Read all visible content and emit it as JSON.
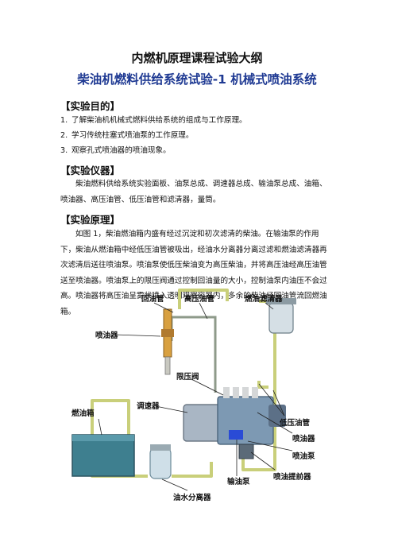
{
  "doc": {
    "title": "内燃机原理课程试验大纲",
    "subtitle": "柴油机燃料供给系统试验-1 机械式喷油系统"
  },
  "sections": {
    "purpose": {
      "heading": "【实验目的】",
      "items": [
        {
          "num": "1.",
          "text": "了解柴油机机械式燃料供给系统的组成与工作原理。"
        },
        {
          "num": "2.",
          "text": "学习传统柱塞式喷油泵的工作原理。"
        },
        {
          "num": "3.",
          "text": "观察孔式喷油器的喷油现象。"
        }
      ]
    },
    "equipment": {
      "heading": "【实验仪器】",
      "text": "柴油燃料供给系统实验面板、油泵总成、调速器总成、输油泵总成、油箱、喷油器、高压油管、低压油管和滤清器，量筒。"
    },
    "principle": {
      "heading": "【实验原理】",
      "text": "如图 1，柴油燃油箱内盛有经过沉淀和初次滤清的柴油。在输油泵的作用下，柴油从燃油箱中经低压油管被吸出，经油水分离器分离过滤和燃油滤清器再次滤清后送往喷油泵。喷油泵使低压柴油变为高压柴油，并将高压油经高压油管送至喷油器。喷油泵上的限压阀通过控制回油量的大小，控制油泵内油压不会过高。喷油器将高压油呈雾状喷入透明观察容器内，多余的柴油经回油管流回燃油箱。"
    }
  },
  "figure": {
    "labels": {
      "return_pipe": "回油管",
      "high_pressure_pipe": "高压油管",
      "fuel_filter": "燃油滤清器",
      "injector": "喷油器",
      "pressure_limit_valve": "限压阀",
      "governor": "调速器",
      "fuel_tank": "燃油箱",
      "low_pressure_pipe": "低压油管",
      "injector_right": "喷油器",
      "injection_pump": "喷油泵",
      "transfer_pump": "输油泵",
      "advancer": "喷油提前器",
      "water_separator": "油水分离器"
    }
  }
}
